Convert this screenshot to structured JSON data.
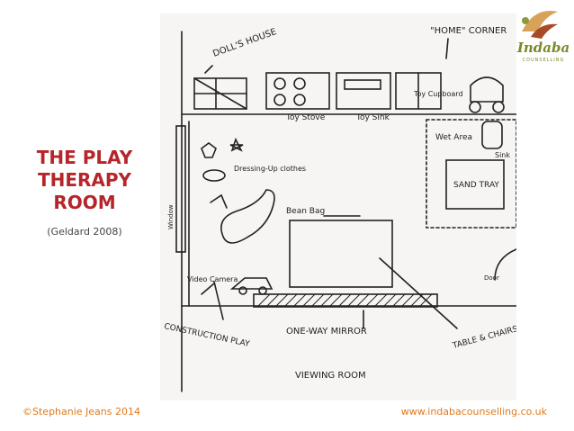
{
  "slide": {
    "title_lines": [
      "THE PLAY",
      "THERAPY",
      "ROOM"
    ],
    "subtitle": "(Geldard 2008)",
    "footer_left": "©Stephanie Jeans 2014",
    "footer_right": "www.indabacounselling.co.uk"
  },
  "logo": {
    "name": "Indaba",
    "tagline": "COUNSELLING"
  },
  "diagram": {
    "labels": {
      "dolls_house": "DOLL'S HOUSE",
      "home_corner": "\"HOME\" CORNER",
      "toy_stove": "Toy Stove",
      "toy_sink": "Toy Sink",
      "toy_cupboard": "Toy Cupboard",
      "wet_area": "Wet Area",
      "sink": "Sink",
      "sand_tray": "SAND TRAY",
      "dressing_up": "Dressing-Up clothes",
      "window": "Window",
      "bean_bag": "Bean Bag",
      "video_camera": "Video Camera",
      "door": "Door",
      "construction_play": "CONSTRUCTION PLAY",
      "one_way_mirror": "ONE-WAY MIRROR",
      "table_chairs": "TABLE & CHAIRS",
      "viewing_room": "VIEWING ROOM"
    }
  },
  "colors": {
    "title": "#b5252a",
    "footer": "#e07a1c",
    "logo_green": "#7a8a2a",
    "sketch_line": "#222222"
  }
}
